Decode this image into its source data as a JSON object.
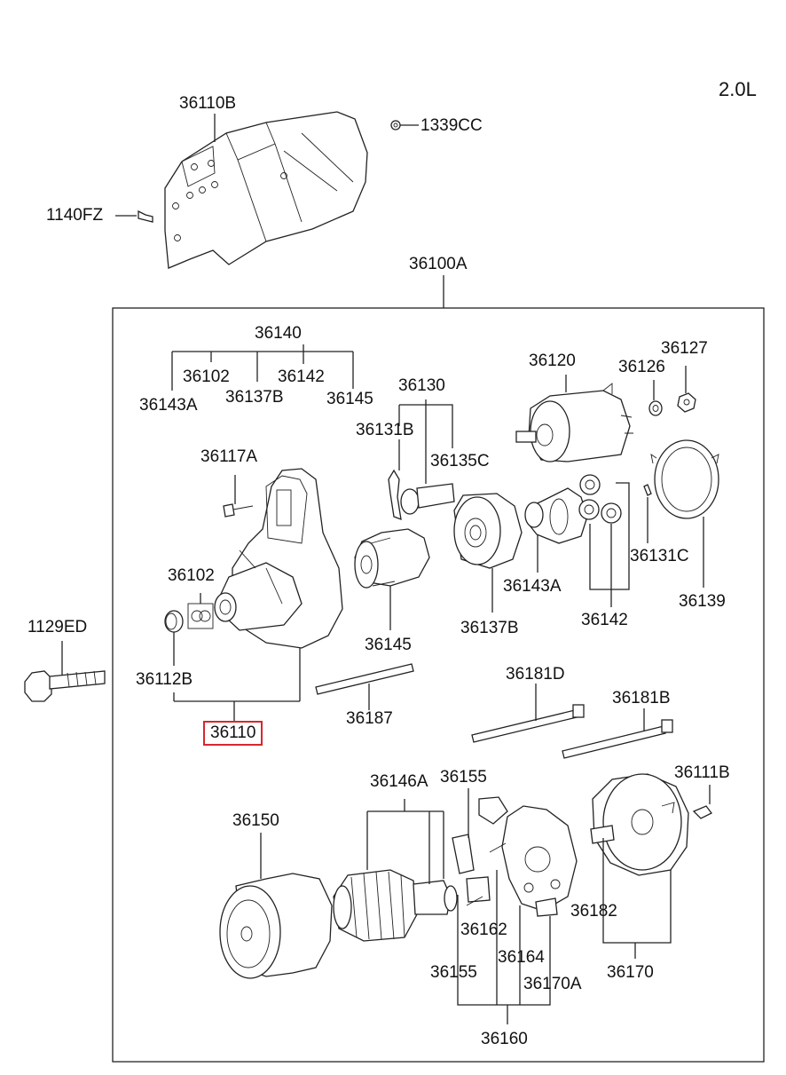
{
  "engine": "2.0L",
  "selected_part": "36110",
  "labels": {
    "p36110B": "36110B",
    "p1339CC": "1339CC",
    "p1140FZ": "1140FZ",
    "p36100A": "36100A",
    "p36140": "36140",
    "p36102a": "36102",
    "p36142a": "36142",
    "p36143Aa": "36143A",
    "p36137Ba": "36137B",
    "p36145a": "36145",
    "p36130": "36130",
    "p36120": "36120",
    "p36126": "36126",
    "p36127": "36127",
    "p36131B": "36131B",
    "p36135C": "36135C",
    "p36117A": "36117A",
    "p36102b": "36102",
    "p36131C": "36131C",
    "p36143Ab": "36143A",
    "p36139": "36139",
    "p1129ED": "1129ED",
    "p36142b": "36142",
    "p36145b": "36145",
    "p36137Bb": "36137B",
    "p36112B": "36112B",
    "p36181D": "36181D",
    "p36187": "36187",
    "p36181B": "36181B",
    "p36110": "36110",
    "p36146A": "36146A",
    "p36155a": "36155",
    "p36111B": "36111B",
    "p36150": "36150",
    "p36182": "36182",
    "p36162": "36162",
    "p36164": "36164",
    "p36155b": "36155",
    "p36170A": "36170A",
    "p36170": "36170",
    "p36160": "36160"
  }
}
